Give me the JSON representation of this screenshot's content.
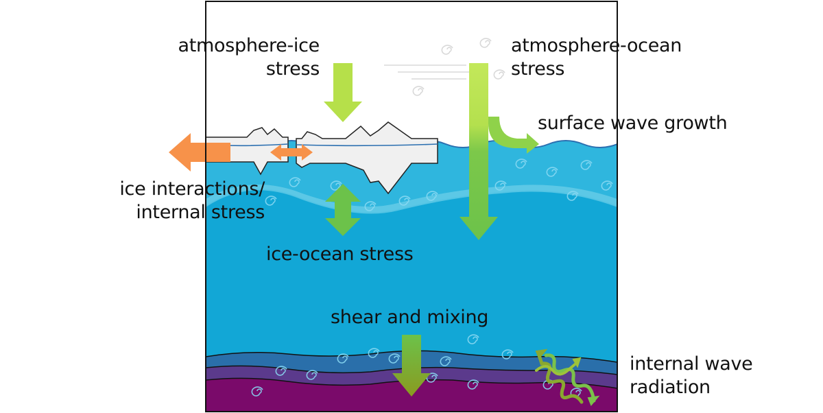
{
  "labels": {
    "atmosphere_ice": [
      "atmosphere-ice",
      "stress"
    ],
    "atmosphere_ocean": [
      "atmosphere-ocean",
      "stress"
    ],
    "surface_wave_growth": "surface wave growth",
    "ice_interactions": [
      "ice interactions/",
      "internal stress"
    ],
    "ice_ocean_stress": "ice-ocean stress",
    "shear_and_mixing": "shear and mixing",
    "internal_wave_radiation": [
      "internal wave",
      "radiation"
    ]
  },
  "colors": {
    "sky": "#ffffff",
    "ocean_surface": "#2fb6de",
    "ocean_mid": "#1aaad8",
    "layer_blue": "#2a6faa",
    "layer_purple": "#5b3a8c",
    "layer_magenta": "#7a0a6a",
    "ice": "#f0f0f0",
    "arrow_light_green": "#b6e04a",
    "arrow_green": "#6cc24a",
    "arrow_orange": "#f7924a",
    "arrow_olive": "#9aa830"
  }
}
